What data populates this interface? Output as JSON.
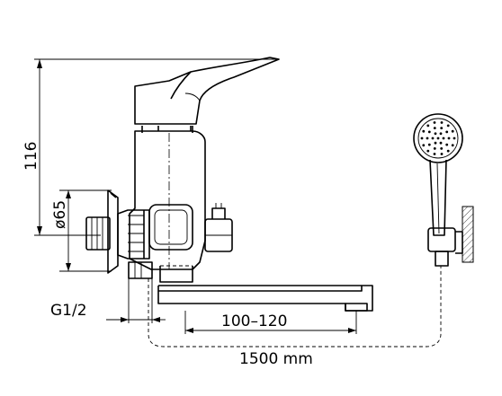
{
  "dimensions": {
    "height": "116",
    "diameter": "ø65",
    "thread": "G1/2",
    "spout_range": "100–120",
    "hose_length": "1500 mm"
  },
  "colors": {
    "line": "#000000",
    "background": "#ffffff"
  }
}
